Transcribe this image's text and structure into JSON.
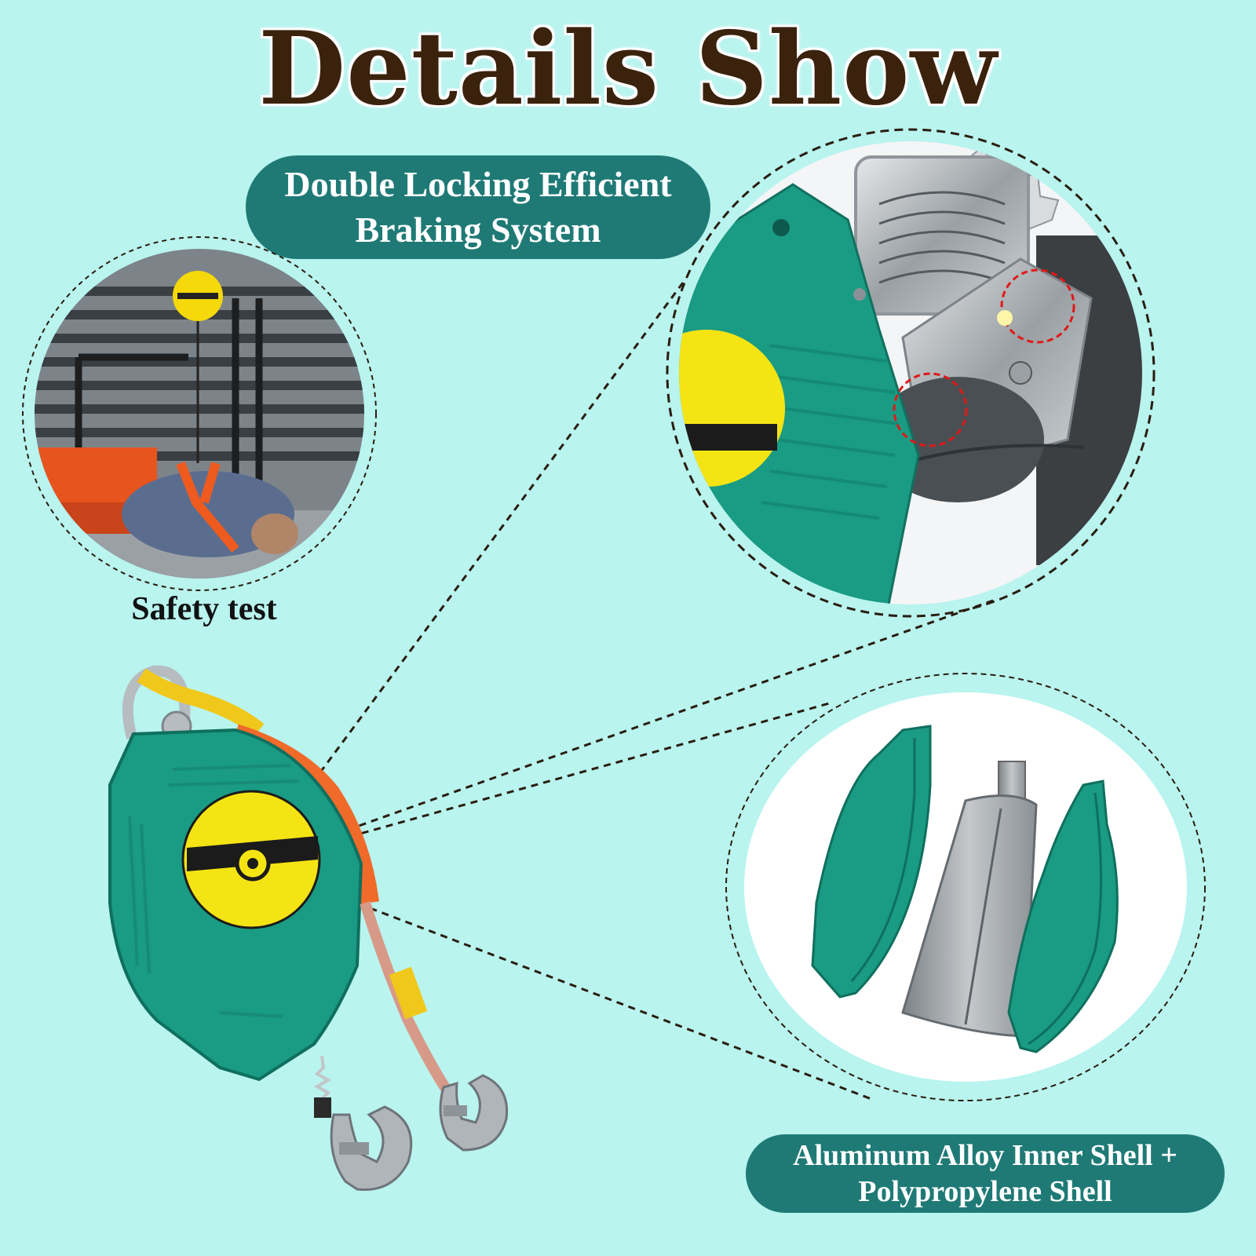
{
  "header": {
    "title": "Details Show"
  },
  "callouts": {
    "braking": {
      "line1": "Double Locking Efficient",
      "line2": "Braking System"
    },
    "shell": {
      "line1": "Aluminum Alloy Inner Shell +",
      "line2": "Polypropylene Shell"
    },
    "safety_test": "Safety test"
  },
  "colors": {
    "background": "#b9f4ef",
    "title": "#3a220c",
    "pill": "#1f7a76",
    "product_green": "#1a9b83",
    "product_yellow": "#f5e413",
    "rope_orange": "#f06a2a",
    "dashed_line": "#2a1d10",
    "highlight_red": "#e01818"
  },
  "icons": {
    "product": "self-retracting-lifeline-icon",
    "hook": "snap-hook-icon",
    "shackle": "shackle-icon"
  }
}
